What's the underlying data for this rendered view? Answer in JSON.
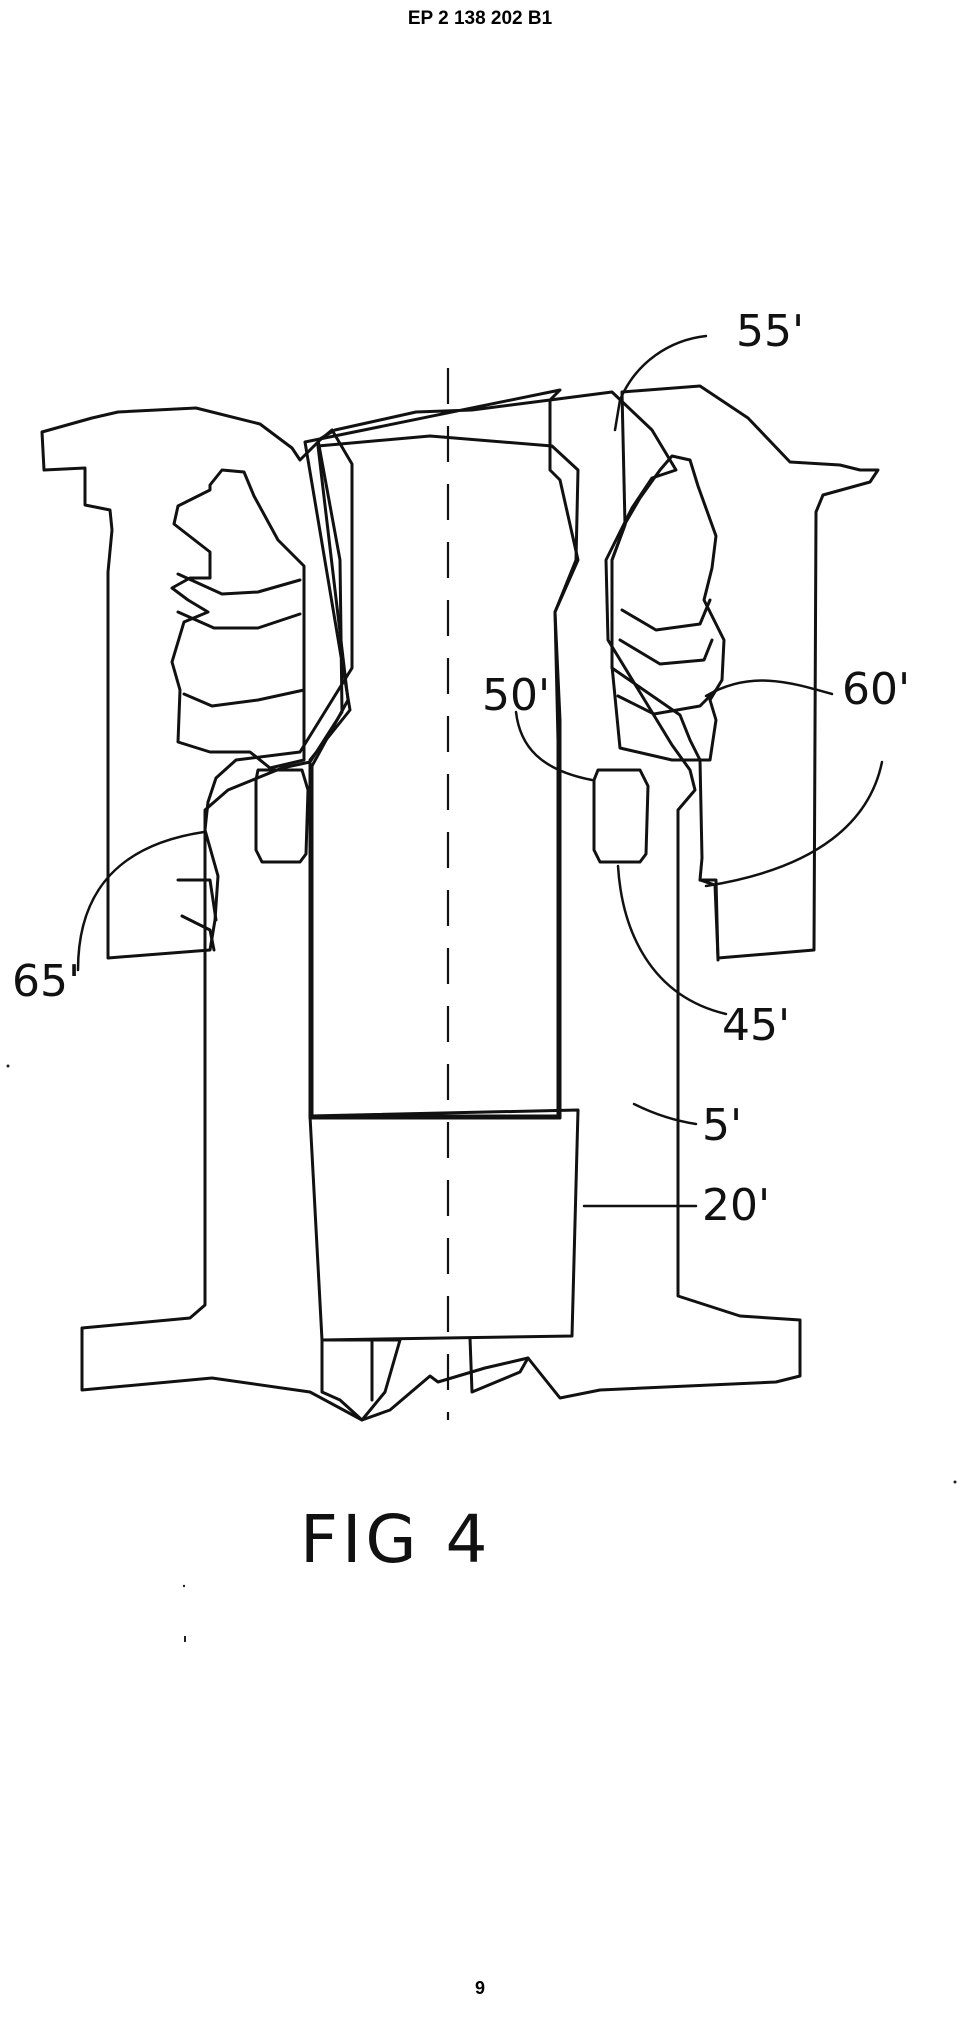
{
  "header": {
    "patent_number": "EP 2 138 202 B1"
  },
  "figure": {
    "caption": "FIG 4",
    "labels": [
      {
        "id": "55",
        "text": "55'"
      },
      {
        "id": "60",
        "text": "60'"
      },
      {
        "id": "50",
        "text": "50'"
      },
      {
        "id": "65",
        "text": "65'"
      },
      {
        "id": "45",
        "text": "45'"
      },
      {
        "id": "5",
        "text": "5'"
      },
      {
        "id": "20",
        "text": "20'"
      }
    ]
  },
  "footer": {
    "page_number": "9"
  }
}
